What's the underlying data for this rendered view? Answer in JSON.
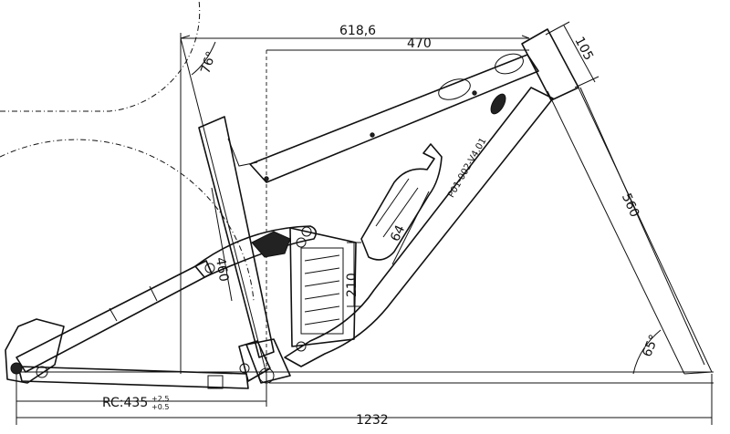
{
  "dimensions": {
    "top_length": "618,6",
    "reach": "470",
    "head_tube": "105",
    "fork_length": "560",
    "seat_angle": "76°",
    "head_angle": "65°",
    "seat_tube": "460",
    "shock_stroke": "210",
    "shock_eye": "64",
    "chainstay_label": "RC:435",
    "chainstay_tol_plus": "+2.5",
    "chainstay_tol_minus": "+0.5",
    "wheelbase": "1232"
  },
  "frame_label": "P01-002-V4.01"
}
